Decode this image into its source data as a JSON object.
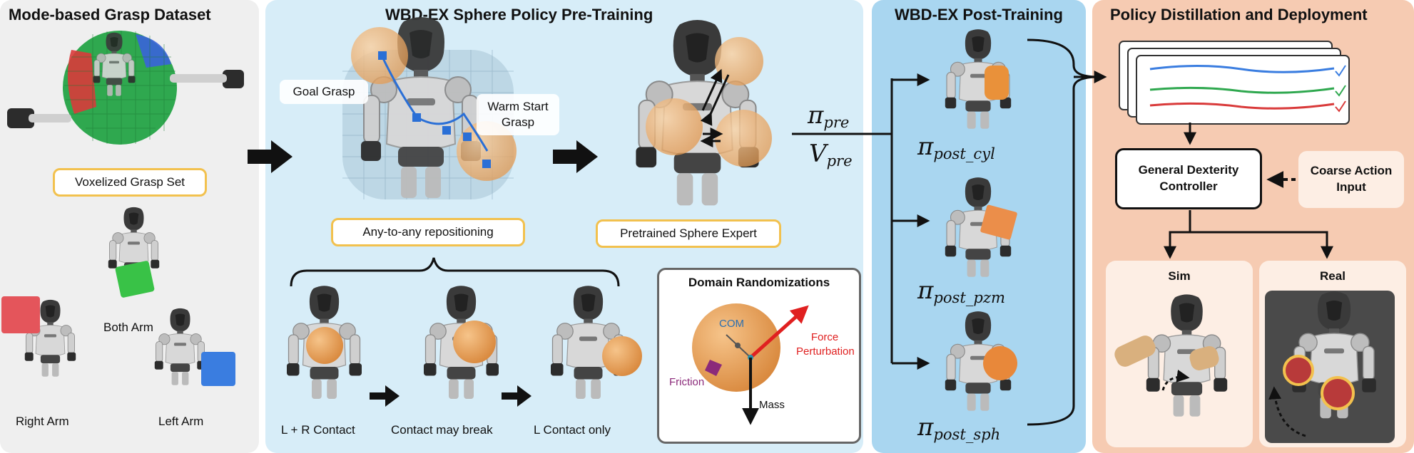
{
  "panels": {
    "dataset": {
      "title": "Mode-based Grasp Dataset",
      "voxel_label": "Voxelized Grasp Set",
      "both_arm": "Both Arm",
      "right_arm": "Right Arm",
      "left_arm": "Left Arm"
    },
    "pretraining": {
      "title": "WBD-EX Sphere Policy Pre-Training",
      "goal_grasp": "Goal Grasp",
      "warm_start": "Warm Start Grasp",
      "any_to_any": "Any-to-any repositioning",
      "pretrained_expert": "Pretrained Sphere Expert",
      "contact_lr": "L + R Contact",
      "contact_break": "Contact may break",
      "contact_l": "L Contact only",
      "domain_rand": {
        "title": "Domain Randomizations",
        "com": "COM",
        "force": "Force Perturbation",
        "friction": "Friction",
        "mass": "Mass"
      }
    },
    "posttraining": {
      "title": "WBD-EX Post-Training",
      "pi_pre": "π",
      "pi_pre_sub": "pre",
      "v_pre": "V",
      "v_pre_sub": "pre",
      "pi_cyl": "π",
      "pi_cyl_sub": "post_cyl",
      "pi_pzm": "π",
      "pi_pzm_sub": "post_pzm",
      "pi_sph": "π",
      "pi_sph_sub": "post_sph"
    },
    "distillation": {
      "title": "Policy Distillation and Deployment",
      "controller": "General Dexterity Controller",
      "coarse_input": "Coarse Action Input",
      "sim": "Sim",
      "real": "Real"
    }
  },
  "colors": {
    "dataset_bg": "#efefef",
    "pretrain_bg": "#d7edf8",
    "posttrain_bg": "#a9d6f0",
    "distill_bg": "#f6cbb2",
    "highlight": "#f2c14e",
    "sphere": "#e9a35a",
    "force": "#e02020",
    "friction": "#8b2a7a"
  }
}
